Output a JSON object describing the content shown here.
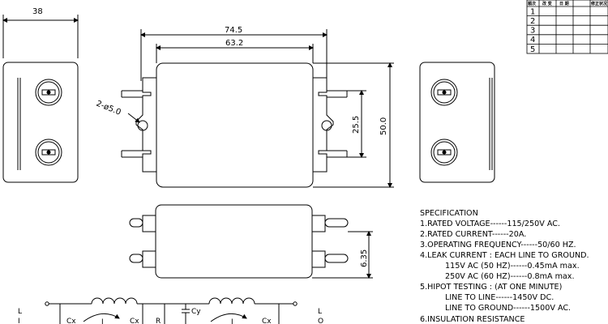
{
  "dimensions": {
    "side_width": "38",
    "overall_length": "74.5",
    "mount_spacing": "63.2",
    "holes": "2-ø5.0",
    "hole_spacing": "25.5",
    "overall_height": "50.0",
    "terminal_height": "6.35"
  },
  "revision_table": {
    "headers": [
      "順次",
      "改 变",
      "日 期",
      "修正状况"
    ],
    "rows": [
      "1",
      "2",
      "3",
      "4",
      "5"
    ]
  },
  "circuit": {
    "left_terminals": [
      "L",
      "I"
    ],
    "right_terminals": [
      "L",
      "O"
    ],
    "labels": [
      "Cx",
      "I",
      "Cx",
      "R",
      "Cy",
      "I",
      "Cx"
    ]
  },
  "specification": {
    "title": "SPECIFICATION",
    "lines": [
      "1.RATED VOLTAGE------115/250V AC.",
      "2.RATED CURRENT------20A.",
      "3.OPERATING FREQUENCY------50/60 HZ.",
      "4.LEAK CURRENT : EACH LINE TO GROUND.",
      "115V AC (50 HZ)------0.45mA max.",
      "250V AC (60 HZ)------0.8mA max.",
      "5.HIPOT TESTING : (AT ONE MINUTE)",
      "LINE TO LINE------1450V DC.",
      "LINE TO GROUND------1500V AC.",
      "6.INSULATION RESISTANCE"
    ]
  }
}
